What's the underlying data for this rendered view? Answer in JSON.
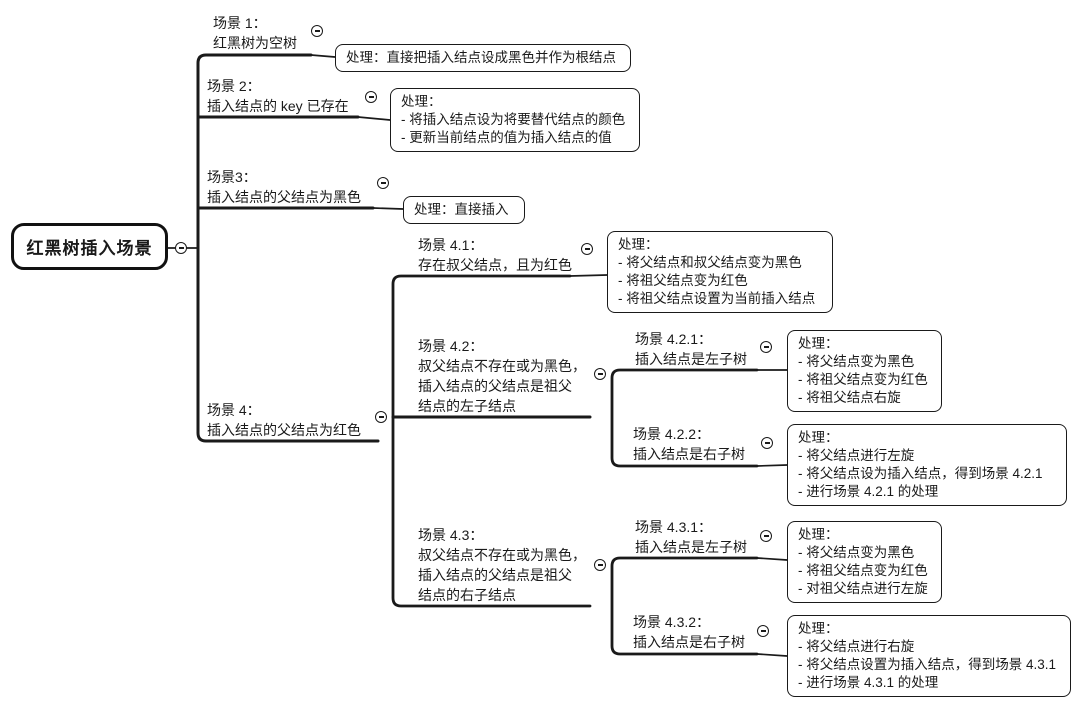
{
  "mindmap": {
    "root_label": "红黑树插入场景",
    "colors": {
      "line": "#1a1a1a",
      "text": "#1a1a1a",
      "background": "#ffffff"
    },
    "collapse_icon_glyph": "−",
    "scenarios": [
      {
        "title": "场景 1：\n红黑树为空树",
        "action": "处理：直接把插入结点设成黑色并作为根结点"
      },
      {
        "title": "场景 2：\n插入结点的 key 已存在",
        "action": "处理：\n- 将插入结点设为将要替代结点的颜色\n- 更新当前结点的值为插入结点的值"
      },
      {
        "title": "场景3：\n插入结点的父结点为黑色",
        "action": "处理：直接插入"
      },
      {
        "title": "场景 4：\n插入结点的父结点为红色",
        "children": [
          {
            "title": "场景 4.1：\n存在叔父结点，且为红色",
            "action": "处理：\n- 将父结点和叔父结点变为黑色\n- 将祖父结点变为红色\n- 将祖父结点设置为当前插入结点"
          },
          {
            "title": "场景 4.2：\n叔父结点不存在或为黑色，\n插入结点的父结点是祖父\n结点的左子结点",
            "children": [
              {
                "title": "场景 4.2.1：\n插入结点是左子树",
                "action": "处理：\n- 将父结点变为黑色\n- 将祖父结点变为红色\n- 将祖父结点右旋"
              },
              {
                "title": "场景 4.2.2：\n插入结点是右子树",
                "action": "处理：\n- 将父结点进行左旋\n- 将父结点设为插入结点，得到场景 4.2.1\n- 进行场景 4.2.1 的处理"
              }
            ]
          },
          {
            "title": "场景 4.3：\n叔父结点不存在或为黑色，\n插入结点的父结点是祖父\n结点的右子结点",
            "children": [
              {
                "title": "场景 4.3.1：\n插入结点是左子树",
                "action": "处理：\n- 将父结点变为黑色\n- 将祖父结点变为红色\n- 对祖父结点进行左旋"
              },
              {
                "title": "场景 4.3.2：\n插入结点是右子树",
                "action": "处理：\n- 将父结点进行右旋\n- 将父结点设置为插入结点，得到场景 4.3.1\n- 进行场景 4.3.1 的处理"
              }
            ]
          }
        ]
      }
    ]
  }
}
